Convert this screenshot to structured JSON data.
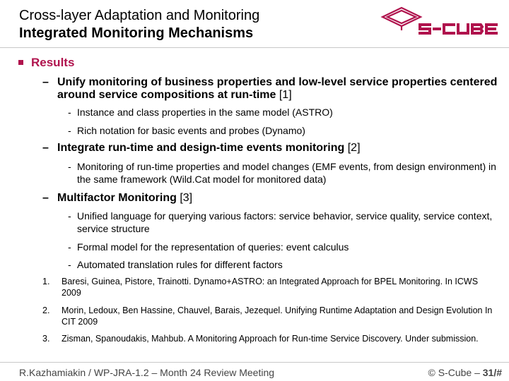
{
  "header": {
    "title_line1": "Cross-layer Adaptation and Monitoring",
    "title_line2": "Integrated Monitoring Mechanisms",
    "logo_text": "S-CUBE"
  },
  "colors": {
    "accent": "#b0134d",
    "divider": "#c8c8c8"
  },
  "section": {
    "bullet_icon": "square-bullet-icon",
    "title": "Results"
  },
  "items": [
    {
      "dash": "–",
      "text_main": "Unify monitoring of  business properties and low-level service properties centered around service compositions at run-time ",
      "text_ref": "[1]",
      "subitems": [
        {
          "dash": "-",
          "text": "Instance and class properties in the same model (ASTRO)"
        },
        {
          "dash": "-",
          "text": "Rich notation for basic events and probes (Dynamo)"
        }
      ]
    },
    {
      "dash": "–",
      "text_main": "Integrate run-time and design-time events monitoring ",
      "text_ref": "[2]",
      "subitems": [
        {
          "dash": "-",
          "text": "Monitoring of run-time properties and model changes (EMF events, from design environment) in the same framework (Wild.Cat model for monitored data)"
        }
      ]
    },
    {
      "dash": "–",
      "text_main": "Multifactor Monitoring ",
      "text_ref": "[3]",
      "subitems": [
        {
          "dash": "-",
          "text": "Unified language for querying various factors: service behavior, service quality, service context, service structure"
        },
        {
          "dash": "-",
          "text": "Formal model for the representation of queries: event calculus"
        },
        {
          "dash": "-",
          "text": "Automated translation rules for different factors"
        }
      ]
    }
  ],
  "references": [
    {
      "num": "1.",
      "text": "Baresi, Guinea, Pistore, Trainotti. Dynamo+ASTRO: an Integrated Approach for BPEL Monitoring. In ICWS 2009"
    },
    {
      "num": "2.",
      "text": "Morin, Ledoux, Ben Hassine, Chauvel, Barais, Jezequel. Unifying Runtime Adaptation and Design Evolution In CIT 2009"
    },
    {
      "num": "3.",
      "text": "Zisman, Spanoudakis, Mahbub. A Monitoring Approach for Run-time Service Discovery. Under submission."
    }
  ],
  "footer": {
    "left": "R.Kazhamiakin / WP-JRA-1.2 – Month 24 Review Meeting",
    "right_prefix": "© S-Cube – ",
    "page": "31/#"
  }
}
